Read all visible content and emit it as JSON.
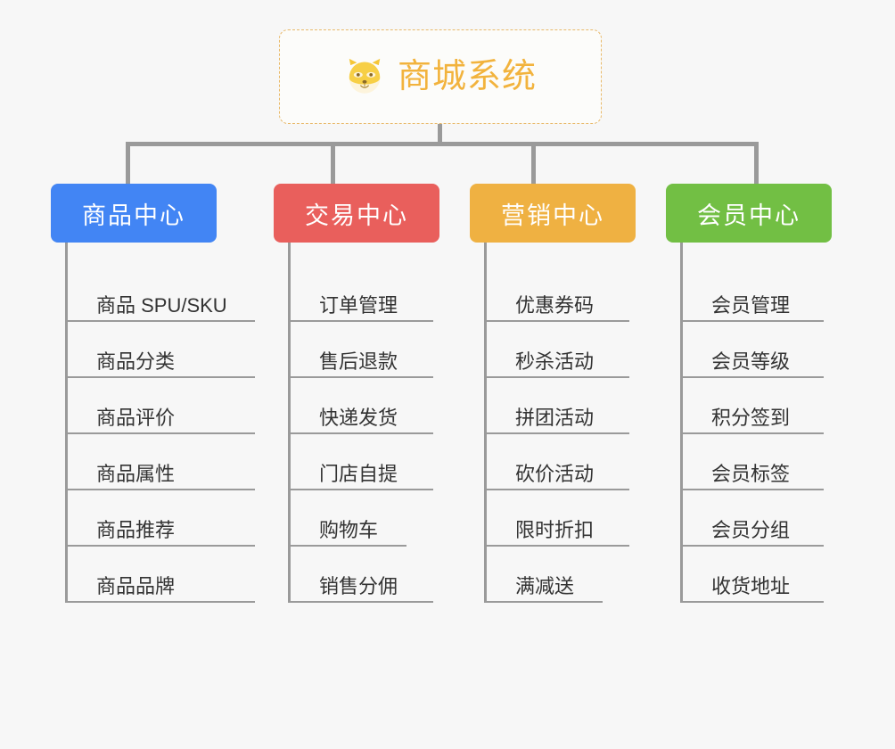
{
  "root": {
    "title": "商城系统",
    "icon": "shiba-dog-face-emoji",
    "border_color": "#e8b96a",
    "title_color": "#f2b33d"
  },
  "connector_color": "#9a9a9a",
  "background_color": "#f7f7f7",
  "categories": [
    {
      "label": "商品中心",
      "color": "#4285f4",
      "items": [
        "商品 SPU/SKU",
        "商品分类",
        "商品评价",
        "商品属性",
        "商品推荐",
        "商品品牌"
      ]
    },
    {
      "label": "交易中心",
      "color": "#e95f5c",
      "items": [
        "订单管理",
        "售后退款",
        "快递发货",
        "门店自提",
        "购物车",
        "销售分佣"
      ]
    },
    {
      "label": "营销中心",
      "color": "#efb142",
      "items": [
        "优惠券码",
        "秒杀活动",
        "拼团活动",
        "砍价活动",
        "限时折扣",
        "满减送"
      ]
    },
    {
      "label": "会员中心",
      "color": "#72bf44",
      "items": [
        "会员管理",
        "会员等级",
        "积分签到",
        "会员标签",
        "会员分组",
        "收货地址"
      ]
    }
  ]
}
